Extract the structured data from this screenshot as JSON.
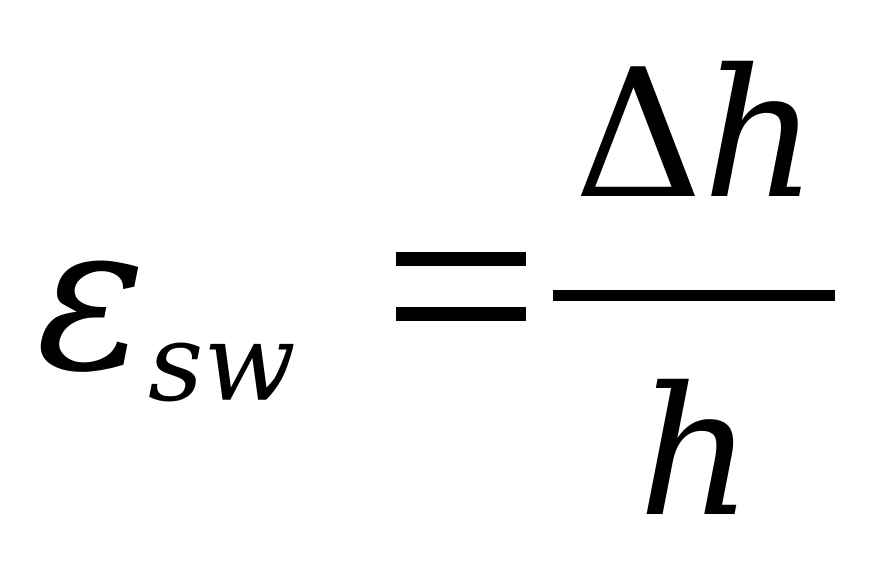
{
  "equation": {
    "lhs_symbol": "ε",
    "lhs_subscript": "sw",
    "relation": "=",
    "numerator_delta": "Δ",
    "numerator_var": "h",
    "denominator": "h"
  }
}
